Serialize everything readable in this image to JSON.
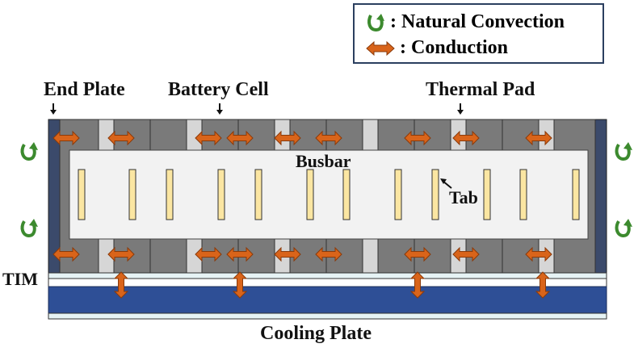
{
  "legend": {
    "natural_convection": ": Natural Convection",
    "conduction": ": Conduction"
  },
  "labels": {
    "end_plate": "End Plate",
    "battery_cell": "Battery Cell",
    "thermal_pad": "Thermal Pad",
    "busbar": "Busbar",
    "tab": "Tab",
    "tim": "TIM",
    "cooling_plate": "Cooling Plate"
  },
  "colors": {
    "cell": "#7a7a7a",
    "thermal_pad": "#d6d6d6",
    "end_plate": "#3b4a6b",
    "busbar": "#f2f2f2",
    "tab": "#fbe6a2",
    "tim": "#e6f3f5",
    "cooling_plate": "#2e4f96",
    "conduction_arrow": "#d9641a",
    "convection_arrow": "#3c8a2e"
  },
  "icons": {
    "convection": "curved-up-arrow-icon",
    "conduction": "double-headed-arrow-icon"
  }
}
